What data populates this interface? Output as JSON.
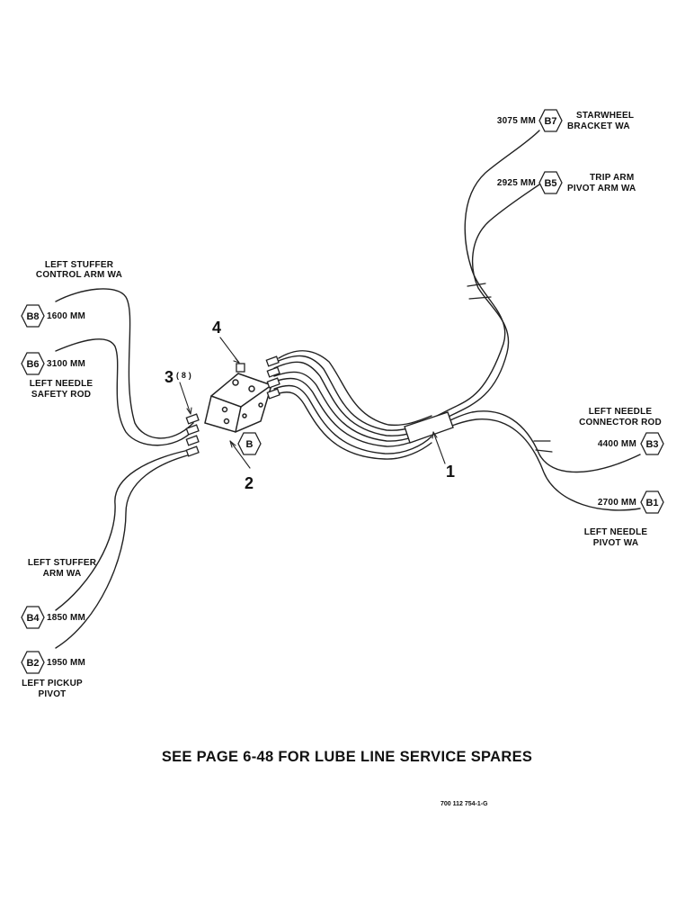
{
  "callouts": {
    "one": "1",
    "two": "2",
    "three": "3",
    "three_qty": "( 8 )",
    "four": "4"
  },
  "block_badge": "B",
  "lines": {
    "b7": {
      "badge": "B7",
      "length": "3075 MM",
      "label_l1": "STARWHEEL",
      "label_l2": "BRACKET WA"
    },
    "b5": {
      "badge": "B5",
      "length": "2925 MM",
      "label_l1": "TRIP ARM",
      "label_l2": "PIVOT ARM WA"
    },
    "b8": {
      "badge": "B8",
      "length": "1600 MM",
      "label_l1": "LEFT STUFFER",
      "label_l2": "CONTROL ARM WA"
    },
    "b6": {
      "badge": "B6",
      "length": "3100 MM",
      "label_l1": "LEFT NEEDLE",
      "label_l2": "SAFETY ROD"
    },
    "b3": {
      "badge": "B3",
      "length": "4400 MM",
      "label_l1": "LEFT NEEDLE",
      "label_l2": "CONNECTOR ROD"
    },
    "b1": {
      "badge": "B1",
      "length": "2700 MM",
      "label_l1": "LEFT NEEDLE",
      "label_l2": "PIVOT WA"
    },
    "b4": {
      "badge": "B4",
      "length": "1850 MM",
      "label_l1": "LEFT STUFFER",
      "label_l2": "ARM WA"
    },
    "b2": {
      "badge": "B2",
      "length": "1950 MM",
      "label_l1": "LEFT PICKUP",
      "label_l2": "PIVOT"
    }
  },
  "footer_note": "SEE PAGE 6-48 FOR LUBE LINE SERVICE SPARES",
  "part_number": "700 112 754-1-G"
}
